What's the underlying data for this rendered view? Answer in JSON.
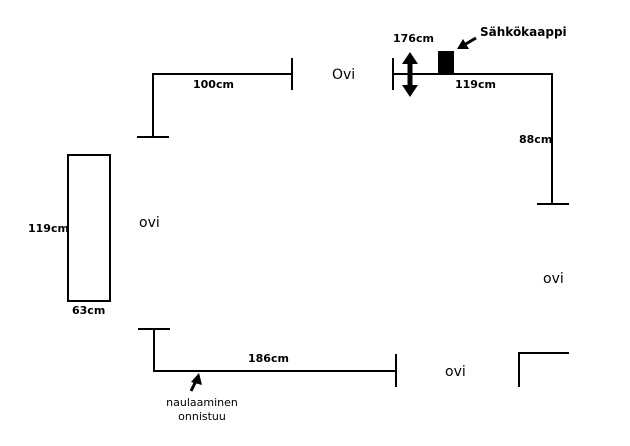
{
  "colors": {
    "line": "#000000",
    "background": "#ffffff"
  },
  "labels": {
    "electrical_cabinet": "Sähkökaappi",
    "note_line1": "naulaaminen",
    "note_line2": "onnistuu"
  },
  "dimensions": {
    "top_left_wall": "100cm",
    "top_right_wall": "119cm",
    "right_wall": "88cm",
    "wall_height": "176cm",
    "bottom_wall": "186cm",
    "box_height": "119cm",
    "box_width": "63cm"
  },
  "doors": {
    "top": "Ovi",
    "left": "ovi",
    "right": "ovi",
    "bottom": "ovi"
  },
  "icons": [
    "double-arrow-icon",
    "pointer-arrow-icon",
    "electrical-cabinet-icon"
  ]
}
